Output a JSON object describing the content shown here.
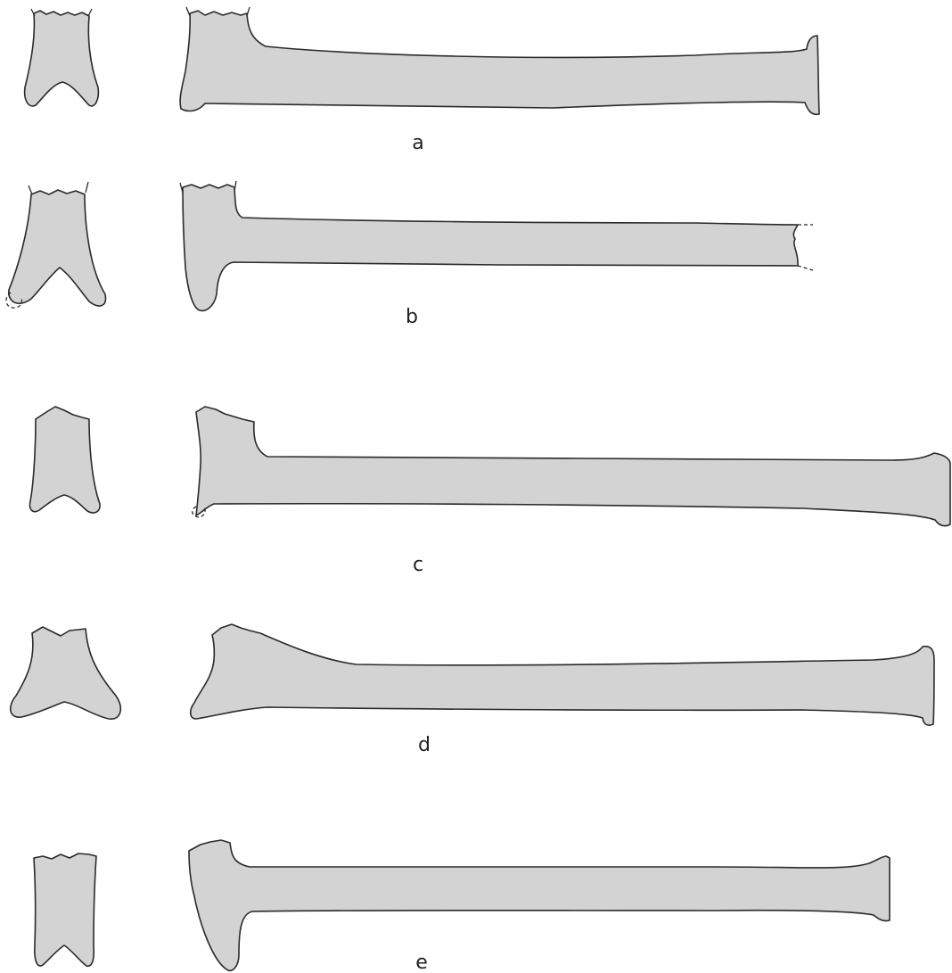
{
  "figure": {
    "specimens": [
      {
        "label": "a"
      },
      {
        "label": "b"
      },
      {
        "label": "c"
      },
      {
        "label": "d"
      },
      {
        "label": "e"
      }
    ]
  },
  "colors": {
    "bone_fill": "#d3d3d3",
    "outline": "#2a2a2a",
    "background": "#ffffff"
  }
}
